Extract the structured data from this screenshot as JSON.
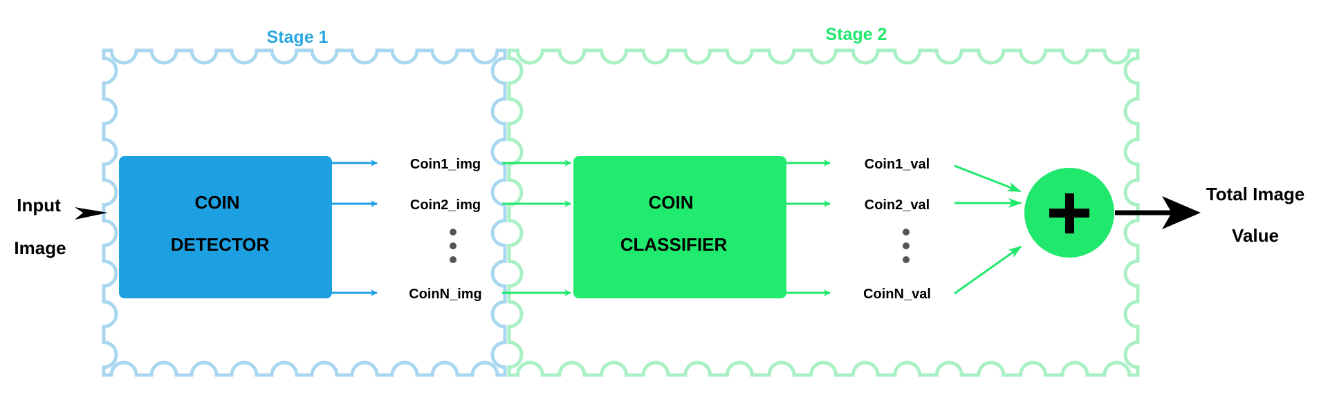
{
  "stages": {
    "stage1": {
      "title": "Stage 1",
      "color": "#29a7e0",
      "border_color": "#a9d7ef"
    },
    "stage2": {
      "title": "Stage 2",
      "color": "#20e86c",
      "border_color": "#a9f0c4"
    }
  },
  "input": {
    "line1": "Input",
    "line2": "Image"
  },
  "detector": {
    "line1": "COIN",
    "line2": "DETECTOR",
    "color": "#1da0e2"
  },
  "classifier": {
    "line1": "COIN",
    "line2": "CLASSIFIER",
    "color": "#20eb6e"
  },
  "coin_images": [
    "Coin1_img",
    "Coin2_img",
    "CoinN_img"
  ],
  "coin_values": [
    "Coin1_val",
    "Coin2_val",
    "CoinN_val"
  ],
  "sum_node": {
    "symbol": "+",
    "color": "#20e86c",
    "icon": "plus-icon"
  },
  "output": {
    "line1": "Total Image",
    "line2": "Value"
  }
}
